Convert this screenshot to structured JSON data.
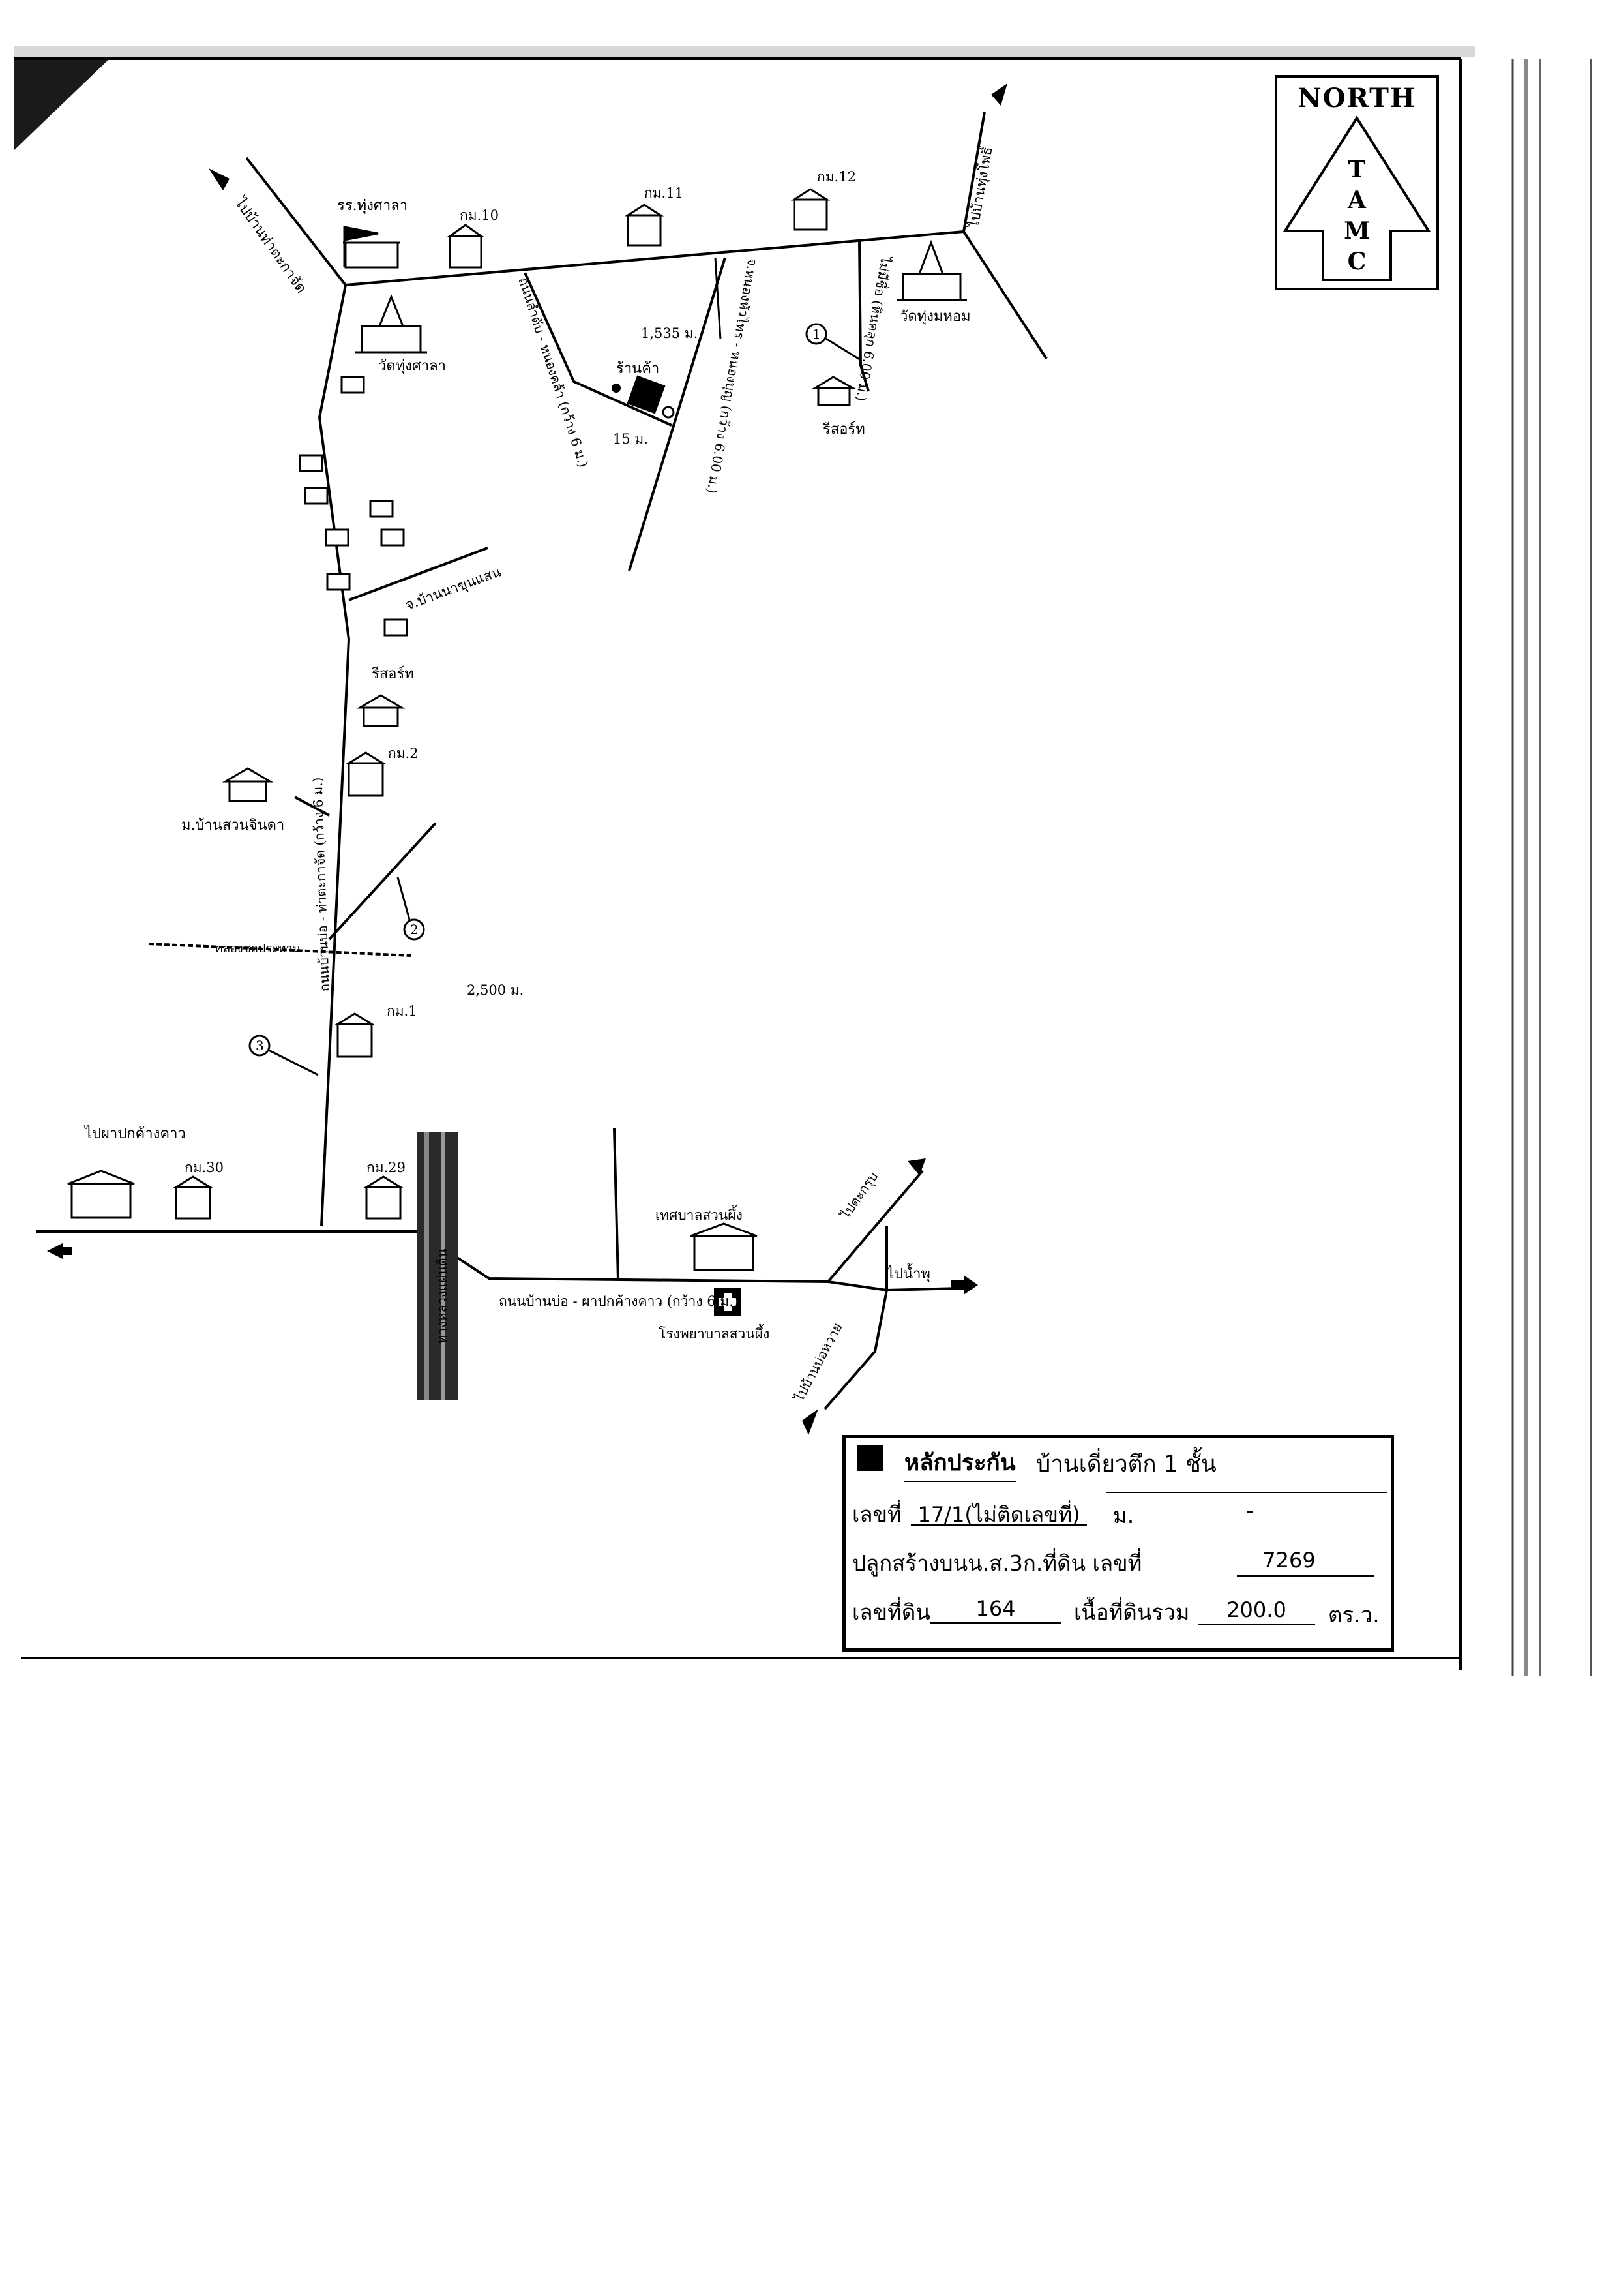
{
  "north": {
    "title": "NORTH",
    "letters": [
      "T",
      "A",
      "M",
      "C"
    ]
  },
  "labels": {
    "school": "รร.ทุ่งศาลา",
    "km10": "กม.10",
    "km11": "กม.11",
    "km12": "กม.12",
    "km2": "กม.2",
    "km1": "กม.1",
    "km30": "กม.30",
    "km29": "กม.29",
    "wat_thung_sala": "วัดทุ่งศาลา",
    "wat_thung_mahom": "วัดทุ่งมหอม",
    "shop": "ร้านค้า",
    "dist_1535": "1,535 ม.",
    "dist_15": "15 ม.",
    "dist_2500": "2,500 ม.",
    "resort1": "รีสอร์ท",
    "resort2": "รีสอร์ท",
    "ban_na_khun_saen": "จ.บ้านนาขุนแสน",
    "ban_suan_chinda": "ม.บ้านสวนจินดา",
    "canal": "คลองชลประทาน",
    "to_ban_tha_kachai": "ไปบ้านท่าตะกาจัด",
    "to_ban_thung_pho": "ไปบ้านทุ่งโพธิ์",
    "road_hon_khong": "ถนนลำดับ - หนองคล้า (กว้าง 6 ม.)",
    "road_nong_phak": "จ.หนองหัวไทร - หนองบุญ (กว้าง 6.00 ม.)",
    "road_luk_rang": "ไม่มีชื่อ (หินคลุก 6.00 ม.)",
    "road_tha_kachai": "ถนนบ้านบ่อ - ท่าตะกาจัด (กว้าง 6 ม.)",
    "road_ban_bo_3": "ถนนบ้านบ่อ - ผาปกค้างคาว (กว้าง 6 ม.)",
    "highway_name": "ทางหลวงแผ่นดิน",
    "to_pha_pok": "ไปผาปกค้างคาว",
    "tessaban": "เทศบาลสวนผึ้ง",
    "hospital": "โรงพยาบาลสวนผึ้ง",
    "to_tha_krabue": "ไปตะกรุบ",
    "to_nam_phu": "ไปน้ำพุ",
    "to_ban_bo_huai": "ไปบ้านบ่อหวาย",
    "num1": "1",
    "num2": "2",
    "num3": "3"
  },
  "collateral": {
    "title": "หลักประกัน",
    "type": "บ้านเดี่ยวตึก 1 ชั้น",
    "house_no_label": "เลขที่",
    "house_no": "17/1(ไม่ติดเลขที่)",
    "moo_label": "ม.",
    "moo": "-",
    "deed_label": "ปลูกสร้างบนน.ส.3ก.ที่ดิน เลขที่",
    "deed_no": "7269",
    "land_no_label": "เลขที่ดิน",
    "land_no": "164",
    "area_label": "เนื้อที่ดินรวม",
    "area": "200.0",
    "area_unit": "ตร.ว."
  }
}
